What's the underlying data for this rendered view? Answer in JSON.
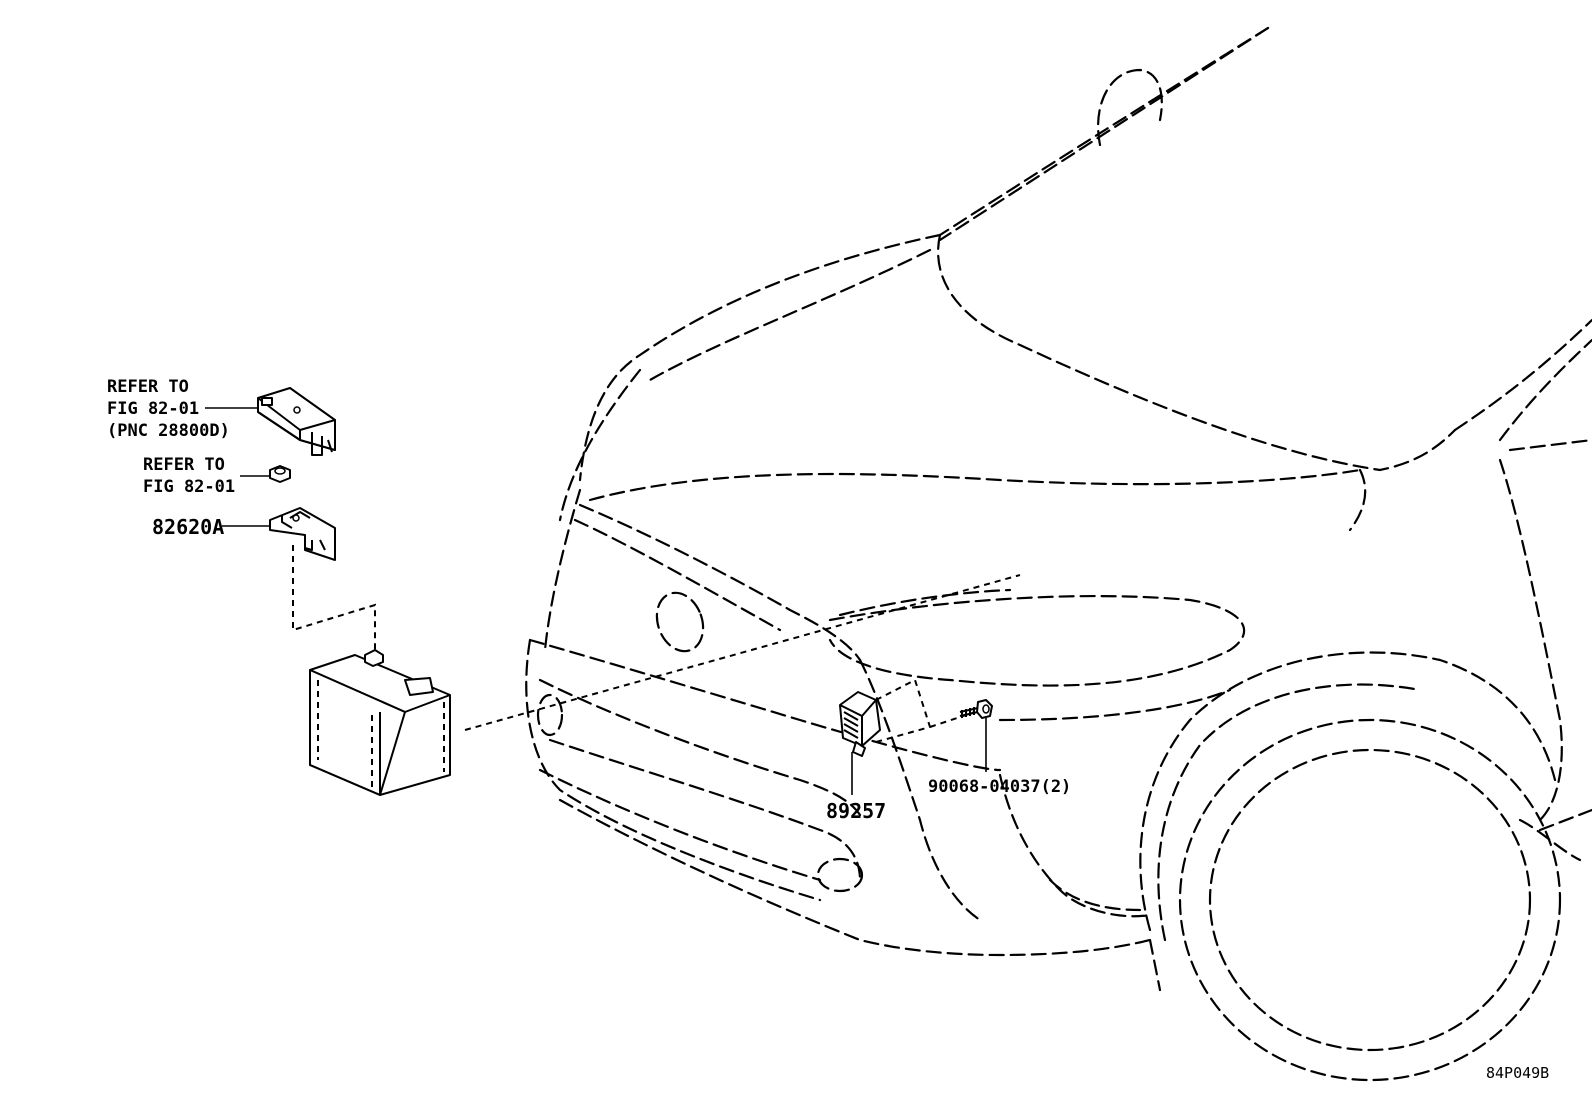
{
  "labels": {
    "refer_ecu_line1": "REFER TO",
    "refer_ecu_line2": "FIG 82-01",
    "refer_ecu_line3": "(PNC 28800D)",
    "refer_nut_line1": "REFER TO",
    "refer_nut_line2": "FIG 82-01",
    "bracket_part": "82620A",
    "sensor_part": "89257",
    "bolt_part": "90068-04037(2)",
    "figure_code": "84P049B"
  }
}
